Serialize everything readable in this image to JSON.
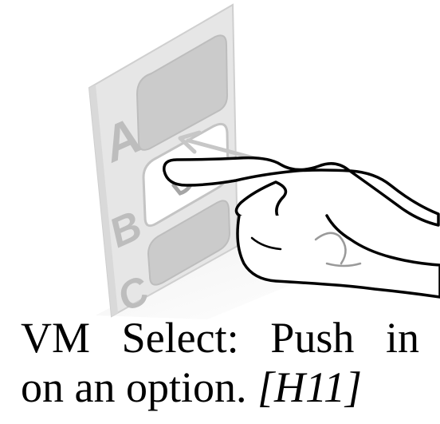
{
  "figure": {
    "panel_labels": [
      "A",
      "B",
      "C"
    ],
    "colors": {
      "panel_fill": "#e6e6e6",
      "panel_edge": "#cfcfcf",
      "option_fill": "#c8c8c8",
      "label_color": "#bdbdbd",
      "arrow_color": "#c7c7c7",
      "hand_stroke": "#000000",
      "shadow": "#f2f2f2"
    },
    "icons": [
      "pointing-hand-icon",
      "push-arrow-icon"
    ]
  },
  "caption": {
    "words_line1": [
      "VM",
      "Select:",
      "Push",
      "in"
    ],
    "text_line2": "on an option.",
    "citation": "[H11]"
  }
}
